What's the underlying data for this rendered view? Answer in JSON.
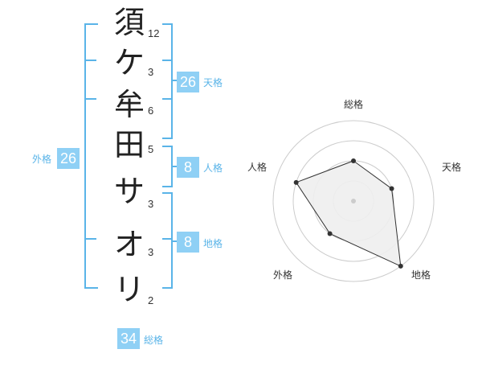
{
  "name": {
    "chars": [
      "須",
      "ケ",
      "牟",
      "田",
      "サ",
      "オ",
      "リ"
    ],
    "strokes": [
      "12",
      "3",
      "6",
      "5",
      "3",
      "3",
      "2"
    ]
  },
  "kaku": {
    "tenkaku": {
      "value": "26",
      "label": "天格"
    },
    "jinkaku": {
      "value": "8",
      "label": "人格"
    },
    "chikaku": {
      "value": "8",
      "label": "地格"
    },
    "gaikaku": {
      "value": "26",
      "label": "外格"
    },
    "soukaku": {
      "value": "34",
      "label": "総格"
    }
  },
  "chart_data": {
    "type": "radar",
    "axes": [
      "総格",
      "天格",
      "地格",
      "外格",
      "人格"
    ],
    "values": [
      2,
      2,
      4,
      2,
      3
    ],
    "max": 4,
    "colors": {
      "ring": "#cccccc",
      "fill": "#eeeeee",
      "line": "#333333",
      "center": "#cccccc"
    }
  }
}
